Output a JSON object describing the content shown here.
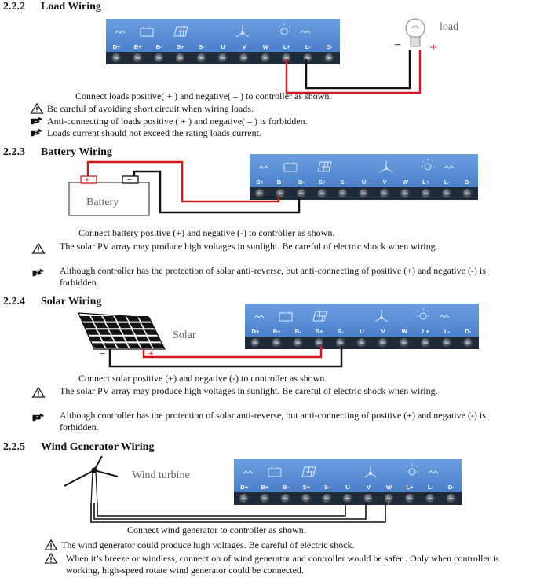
{
  "terminals": [
    "D+",
    "B+",
    "B-",
    "S+",
    "S-",
    "U",
    "V",
    "W",
    "L+",
    "L-",
    "D-"
  ],
  "colors": {
    "panel": "#5a8fd6",
    "panel_dark": "#3f74c2",
    "wire_red": "#d11b1b",
    "wire_black": "#111111"
  },
  "sections": {
    "load": {
      "number": "2.2.2",
      "title": "Load Wiring",
      "device_label": "load",
      "minus_label": "−",
      "plus_label": "+",
      "caption": "Connect loads positive( + ) and negative( – ) to controller as shown.",
      "notes": [
        {
          "icon": "warning-icon",
          "text": "Be careful of avoiding short circuit when wiring loads."
        },
        {
          "icon": "pointing-hand-icon",
          "text": "Anti-connecting of loads positive ( + ) and negative( – ) is forbidden."
        },
        {
          "icon": "pointing-hand-icon",
          "text": "Loads current should not exceed the rating loads current."
        }
      ]
    },
    "battery": {
      "number": "2.2.3",
      "title": "Battery Wiring",
      "device_label": "Battery",
      "plus_label": "+",
      "minus_label": "−",
      "caption": "Connect battery positive (+) and negative (-) to controller as shown.",
      "notes": [
        {
          "icon": "warning-icon",
          "text": "The solar PV array may produce high voltages in sunlight. Be careful of electric shock when wiring."
        },
        {
          "icon": "pointing-hand-icon",
          "text": "Although controller has the protection of solar anti-reverse, but anti-connecting of positive (+) and negative (-) is forbidden."
        }
      ]
    },
    "solar": {
      "number": "2.2.4",
      "title": "Solar Wiring",
      "device_label": "Solar",
      "minus_label": "−",
      "plus_label": "+",
      "caption": "Connect solar positive (+) and negative (-) to controller as shown.",
      "notes": [
        {
          "icon": "warning-icon",
          "text": "The solar PV array may produce high voltages in sunlight. Be careful of electric shock when wiring."
        },
        {
          "icon": "pointing-hand-icon",
          "text": "Although controller has the protection of solar anti-reverse, but anti-connecting of positive (+) and negative (-) is forbidden."
        }
      ]
    },
    "wind": {
      "number": "2.2.5",
      "title": "Wind Generator Wiring",
      "device_label": "Wind turbine",
      "caption": "Connect wind generator to controller as shown.",
      "notes": [
        {
          "icon": "warning-icon",
          "text": "The wind generator could produce high voltages. Be careful of electric shock."
        },
        {
          "icon": "warning-icon",
          "text": "When it’s breeze or windless, connection of wind generator and controller would be safer . Only when controller is working, high-speed rotate wind generator could be connected."
        }
      ]
    }
  }
}
